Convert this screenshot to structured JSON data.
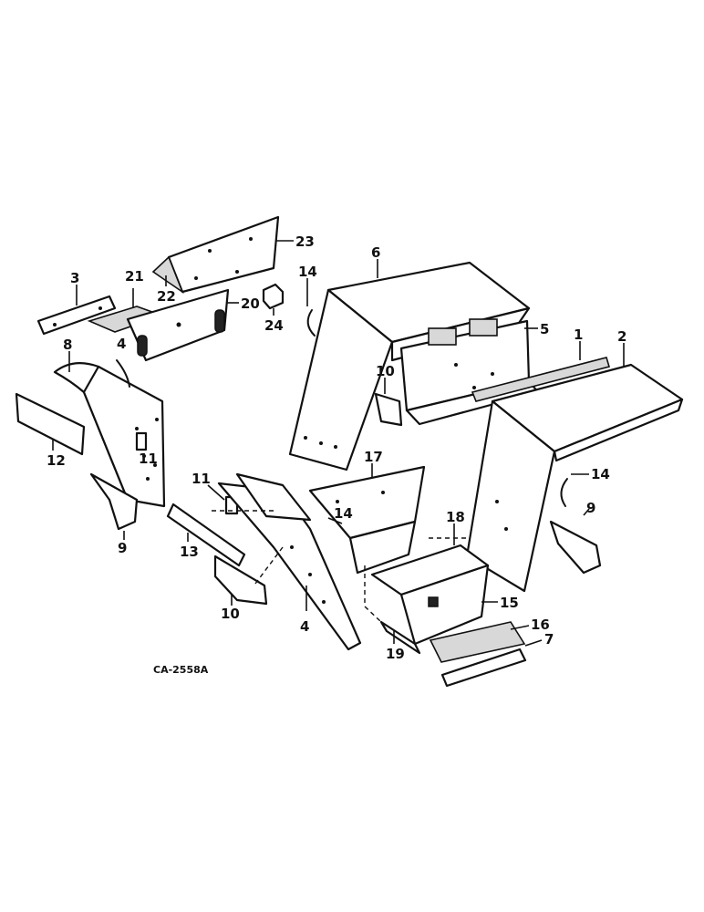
{
  "diagram_code": "CA-2558A",
  "callouts": {
    "c1": "1",
    "c2": "2",
    "c3": "3",
    "c4a": "4",
    "c4b": "4",
    "c5": "5",
    "c6": "6",
    "c7": "7",
    "c8": "8",
    "c9a": "9",
    "c9b": "9",
    "c10a": "10",
    "c10b": "10",
    "c11a": "11",
    "c11b": "11",
    "c12": "12",
    "c13": "13",
    "c14a": "14",
    "c14b": "14",
    "c14c": "14",
    "c15": "15",
    "c16": "16",
    "c17": "17",
    "c18": "18",
    "c19": "19",
    "c20": "20",
    "c21": "21",
    "c22": "22",
    "c23": "23",
    "c24": "24"
  }
}
